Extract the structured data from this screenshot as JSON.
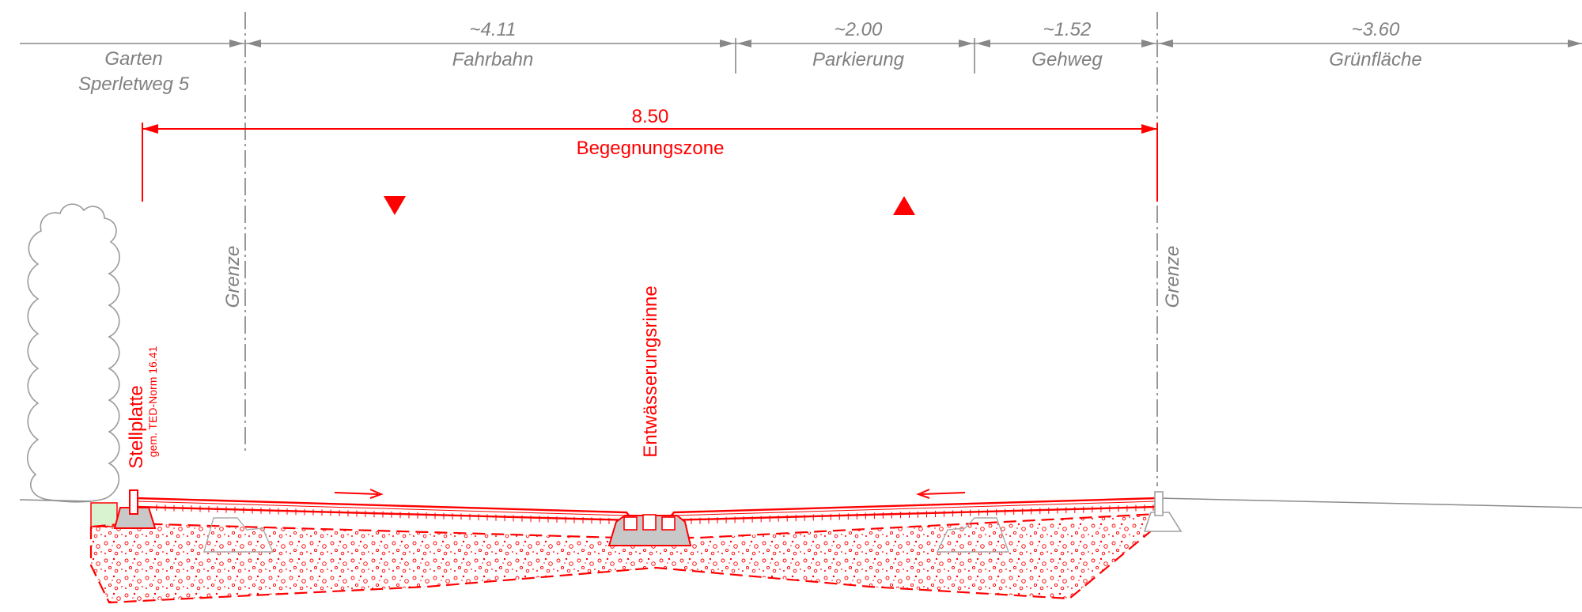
{
  "dimensions": [
    {
      "value": "~4.11",
      "label": "Fahrbahn"
    },
    {
      "value": "~2.00",
      "label": "Parkierung"
    },
    {
      "value": "~1.52",
      "label": "Gehweg"
    },
    {
      "value": "~3.60",
      "label": "Grünfläche"
    }
  ],
  "garden": {
    "line1": "Garten",
    "line2": "Sperletweg 5"
  },
  "zone": {
    "width": "8.50",
    "label": "Begegnungszone"
  },
  "boundary_left": "Grenze",
  "boundary_right": "Grenze",
  "drainage_label": "Entwässerungsrinne",
  "edge_plate": {
    "title": "Stellplatte",
    "note": "gem. TED-Norm 16.41"
  },
  "colors": {
    "accent": "#ff0000",
    "dimension": "#808080",
    "lawn": "#d9f2d0"
  },
  "icons": [
    "tree-outline-icon",
    "triangle-down-icon",
    "triangle-up-icon",
    "flow-arrow-right-icon",
    "flow-arrow-left-icon"
  ]
}
